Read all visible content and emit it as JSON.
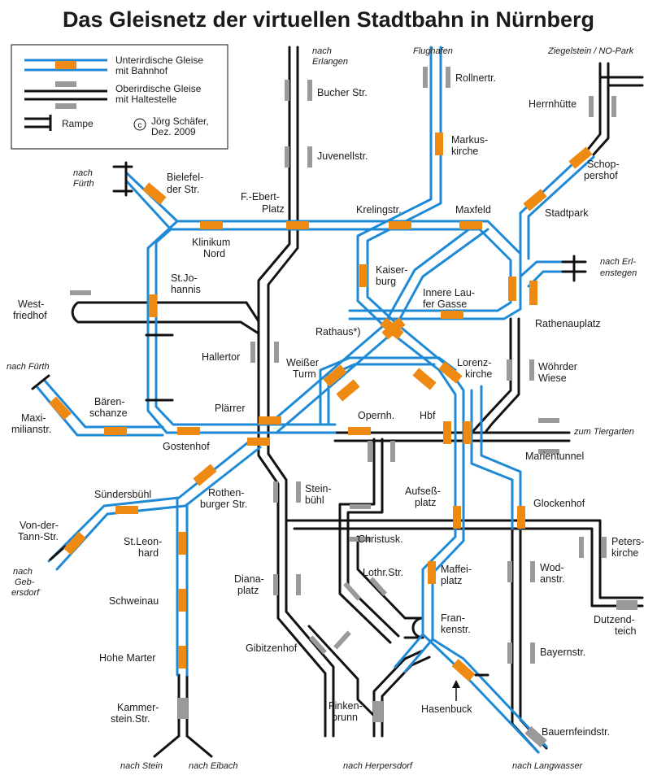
{
  "title": "Das Gleisnetz der virtuellen Stadtbahn in Nürnberg",
  "colors": {
    "underground": "#1e8ad6",
    "surface": "#111111",
    "station_underground": "#ee8a12",
    "station_surface": "#9a9a9a"
  },
  "legend": {
    "underground_1": "Unterirdische Gleise",
    "underground_2": "mit Bahnhof",
    "surface_1": "Oberirdische Gleise",
    "surface_2": "mit Haltestelle",
    "ramp": "Rampe",
    "copyright_symbol": "c",
    "author_1": "Jörg Schäfer,",
    "author_2": "Dez. 2009"
  },
  "stations": {
    "bucher": "Bucher Str.",
    "juvenell": "Juvenellstr.",
    "rollner": "Rollnertr.",
    "markus_1": "Markus-",
    "markus_2": "kirche",
    "herrnhuette": "Herrnhütte",
    "schop_1": "Schop-",
    "schop_2": "pershof",
    "bielefelder_1": "Bielefel-",
    "bielefelder_2": "der Str.",
    "febert_1": "F.-Ebert-",
    "febert_2": "Platz",
    "krelingstr": "Krelingstr.",
    "maxfeld": "Maxfeld",
    "stadtpark": "Stadtpark",
    "klinikum_1": "Klinikum",
    "klinikum_2": "Nord",
    "kaiser_1": "Kaiser-",
    "kaiser_2": "burg",
    "johannis_1": "St.Jo-",
    "johannis_2": "hannis",
    "innere_1": "Innere Lau-",
    "innere_2": "fer Gasse",
    "west_1": "West-",
    "west_2": "friedhof",
    "rathaus": "Rathaus*)",
    "rathenau": "Rathenauplatz",
    "hallertor": "Hallertor",
    "weisser_1": "Weißer",
    "weisser_2": "Turm",
    "lorenz_1": "Lorenz-",
    "lorenz_2": "kirche",
    "woehrder_1": "Wöhrder",
    "woehrder_2": "Wiese",
    "maxi_1": "Maxi-",
    "maxi_2": "milianstr.",
    "baeren_1": "Bären-",
    "baeren_2": "schanze",
    "plaerrer": "Plärrer",
    "opernh": "Opernh.",
    "hbf": "Hbf",
    "gostenhof": "Gostenhof",
    "marientunnel": "Marientunnel",
    "steinbuehl_1": "Stein-",
    "steinbuehl_2": "bühl",
    "aufsess_1": "Aufseß-",
    "aufsess_2": "platz",
    "sundersbuehl": "Sündersbühl",
    "rothenburger_1": "Rothen-",
    "rothenburger_2": "burger Str.",
    "glockenhof": "Glockenhof",
    "vondertann_1": "Von-der-",
    "vondertann_2": "Tann-Str.",
    "christusk": "Christusk.",
    "peters_1": "Peters-",
    "peters_2": "kirche",
    "leonhard_1": "St.Leon-",
    "leonhard_2": "hard",
    "maffei_1": "Maffei-",
    "maffei_2": "platz",
    "lothr": "Lothr.Str.",
    "wod_1": "Wod-",
    "wod_2": "anstr.",
    "diana_1": "Diana-",
    "diana_2": "platz",
    "schweinau": "Schweinau",
    "dutzend_1": "Dutzend-",
    "dutzend_2": "teich",
    "franken_1": "Fran-",
    "franken_2": "kenstr.",
    "gibitzenhof": "Gibitzenhof",
    "bayernstr": "Bayernstr.",
    "hohemarter": "Hohe Marter",
    "finken_1": "Finken-",
    "finken_2": "brunn",
    "hasenbuck": "Hasenbuck",
    "kammer_1": "Kammer-",
    "kammer_2": "stein.Str.",
    "bauernfeind": "Bauernfeindstr."
  },
  "destinations": {
    "erlangen_1": "nach",
    "erlangen_2": "Erlangen",
    "flughafen": "Flughafen",
    "ziegelstein": "Ziegelstein / NO-Park",
    "fuerth_a_1": "nach",
    "fuerth_a_2": "Fürth",
    "erlenstegen_1": "nach Erl-",
    "erlenstegen_2": "enstegen",
    "fuerth_b": "nach Fürth",
    "tiergarten": "zum Tiergarten",
    "gebersdorf_1": "nach",
    "gebersdorf_2": "Geb-",
    "gebersdorf_3": "ersdorf",
    "stein": "nach Stein",
    "eibach": "nach Eibach",
    "herpersdorf": "nach Herpersdorf",
    "langwasser": "nach Langwasser"
  }
}
